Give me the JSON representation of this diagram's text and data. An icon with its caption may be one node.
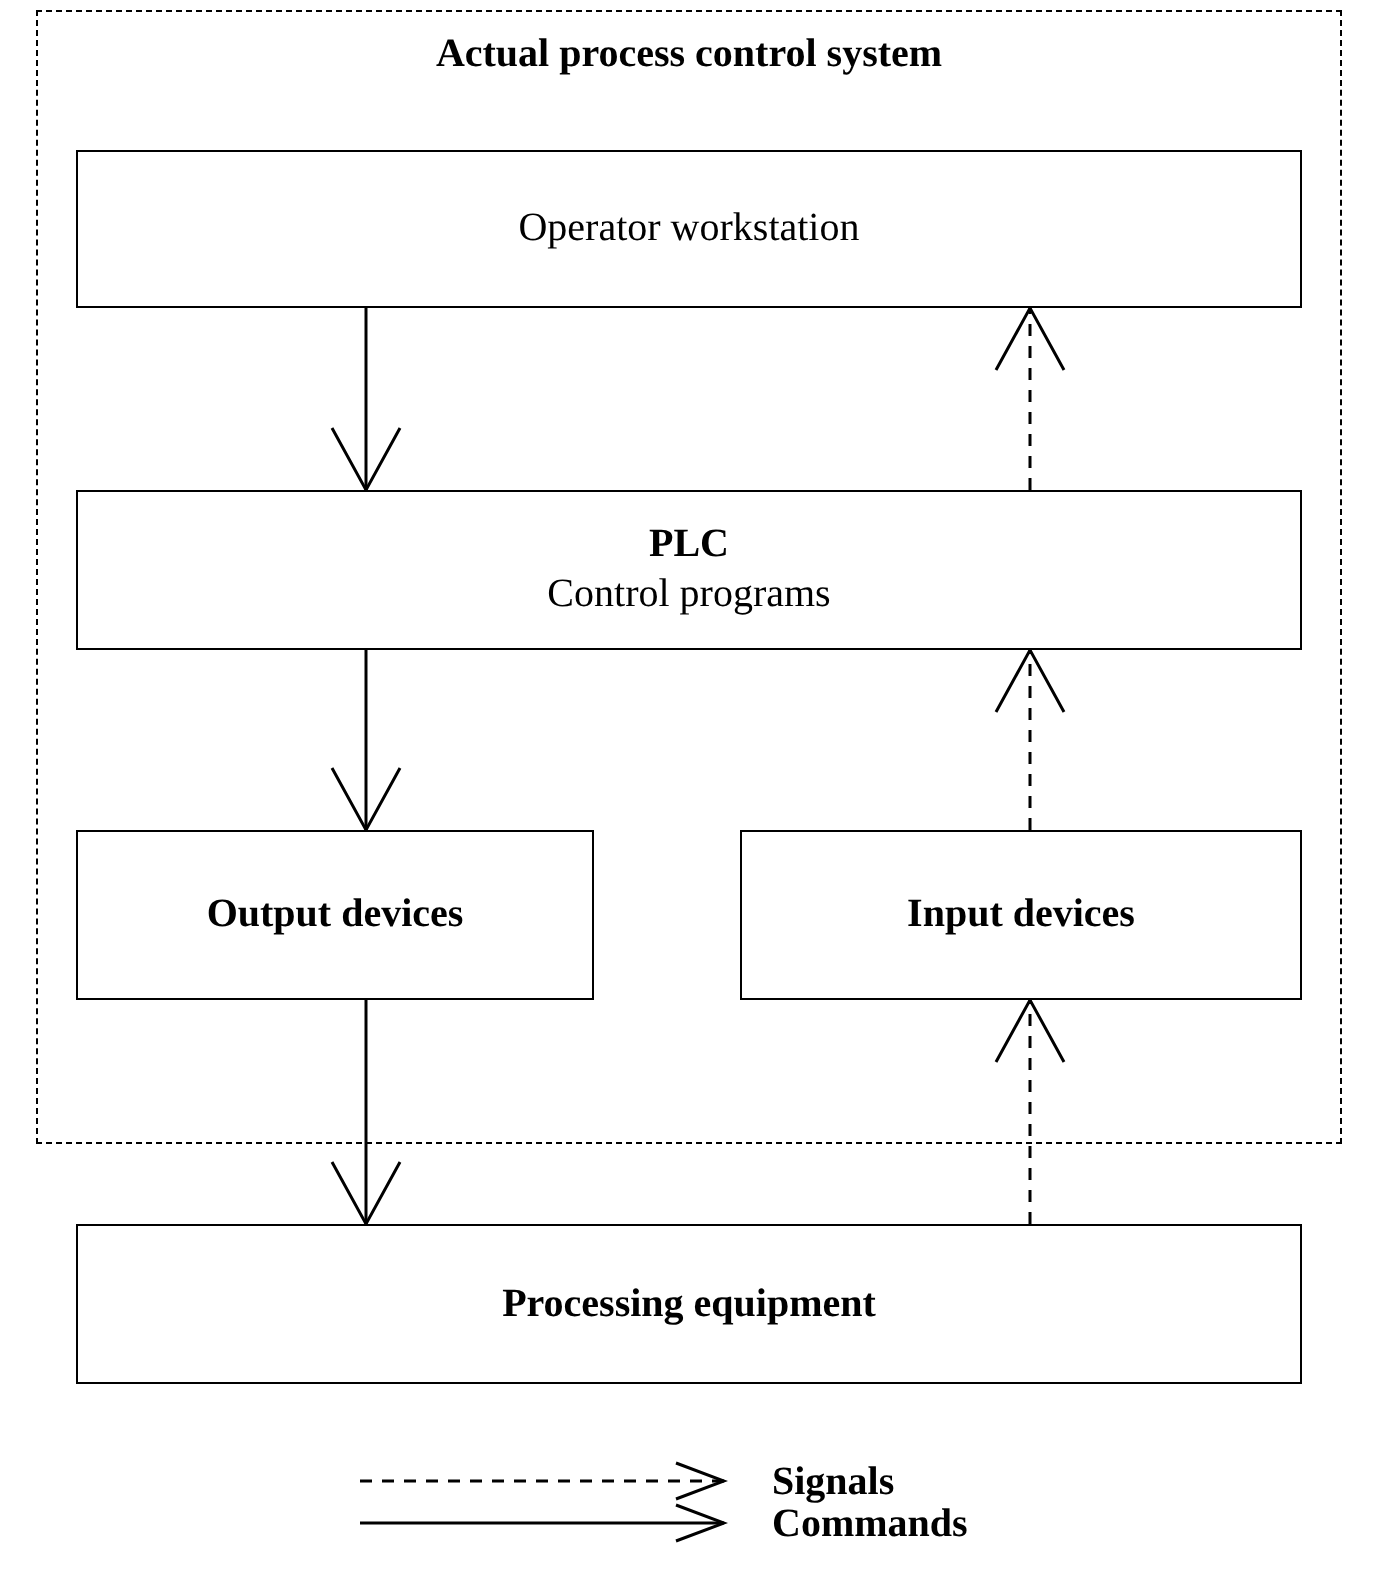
{
  "diagram": {
    "nodes": [
      {
        "text": [
          "Actual process control system"
        ]
      },
      {
        "text": [
          "Operator workstation"
        ],
        "in": 0
      },
      {
        "text": [
          "PLC",
          "Control programs"
        ],
        "in": 0
      },
      {
        "text": [
          "Output devices"
        ],
        "in": 0
      },
      {
        "text": [
          "Input devices"
        ],
        "in": 0
      },
      {
        "text": [
          "Processing equipment"
        ]
      }
    ],
    "edges": [
      {
        "from": 1,
        "to": 2,
        "arrow": "to"
      },
      {
        "from": 2,
        "to": 1,
        "arrow": "to",
        "style": "dashed"
      },
      {
        "from": 2,
        "to": 3,
        "arrow": "to"
      },
      {
        "from": 4,
        "to": 2,
        "arrow": "to",
        "style": "dashed"
      },
      {
        "from": 3,
        "to": 5,
        "arrow": "to"
      },
      {
        "from": 5,
        "to": 4,
        "arrow": "to",
        "style": "dashed"
      }
    ],
    "legend": [
      {
        "text": "Signals"
      },
      {
        "text": "Commands"
      }
    ]
  }
}
